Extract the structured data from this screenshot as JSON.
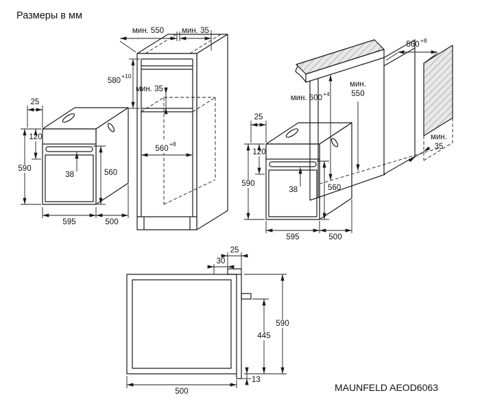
{
  "title": "Размеры в мм",
  "model": "MAUNFELD AEOD6063",
  "colors": {
    "line": "#1a1a1a",
    "hatch_fill": "#e8e8e8",
    "hatch_stroke": "#9a9a9a"
  },
  "oven_front": {
    "top_offset": "25",
    "panel_height": "120",
    "height": "590",
    "handle_clearance": "38",
    "door_height": "560",
    "width": "595",
    "depth": "500"
  },
  "tall_cabinet": {
    "depth_min": "мин. 550",
    "rear_gap_min": "мин. 35",
    "niche_height": "580",
    "niche_height_tol": "+10",
    "shelf_gap_min": "мин. 35",
    "niche_width": "560",
    "niche_width_tol": "+8"
  },
  "base_cabinet": {
    "niche_width": "560",
    "niche_width_tol": "+8",
    "niche_height_min": "мин. 600",
    "niche_height_tol": "+4",
    "depth_min_label": "мин.",
    "depth_min_value": "550",
    "rear_gap_label": "мин.",
    "rear_gap_value": "35"
  },
  "side_view": {
    "front_offset": "25",
    "panel_depth": "30",
    "height": "590",
    "lower_height": "445",
    "depth": "500",
    "bottom_lip": "13"
  }
}
